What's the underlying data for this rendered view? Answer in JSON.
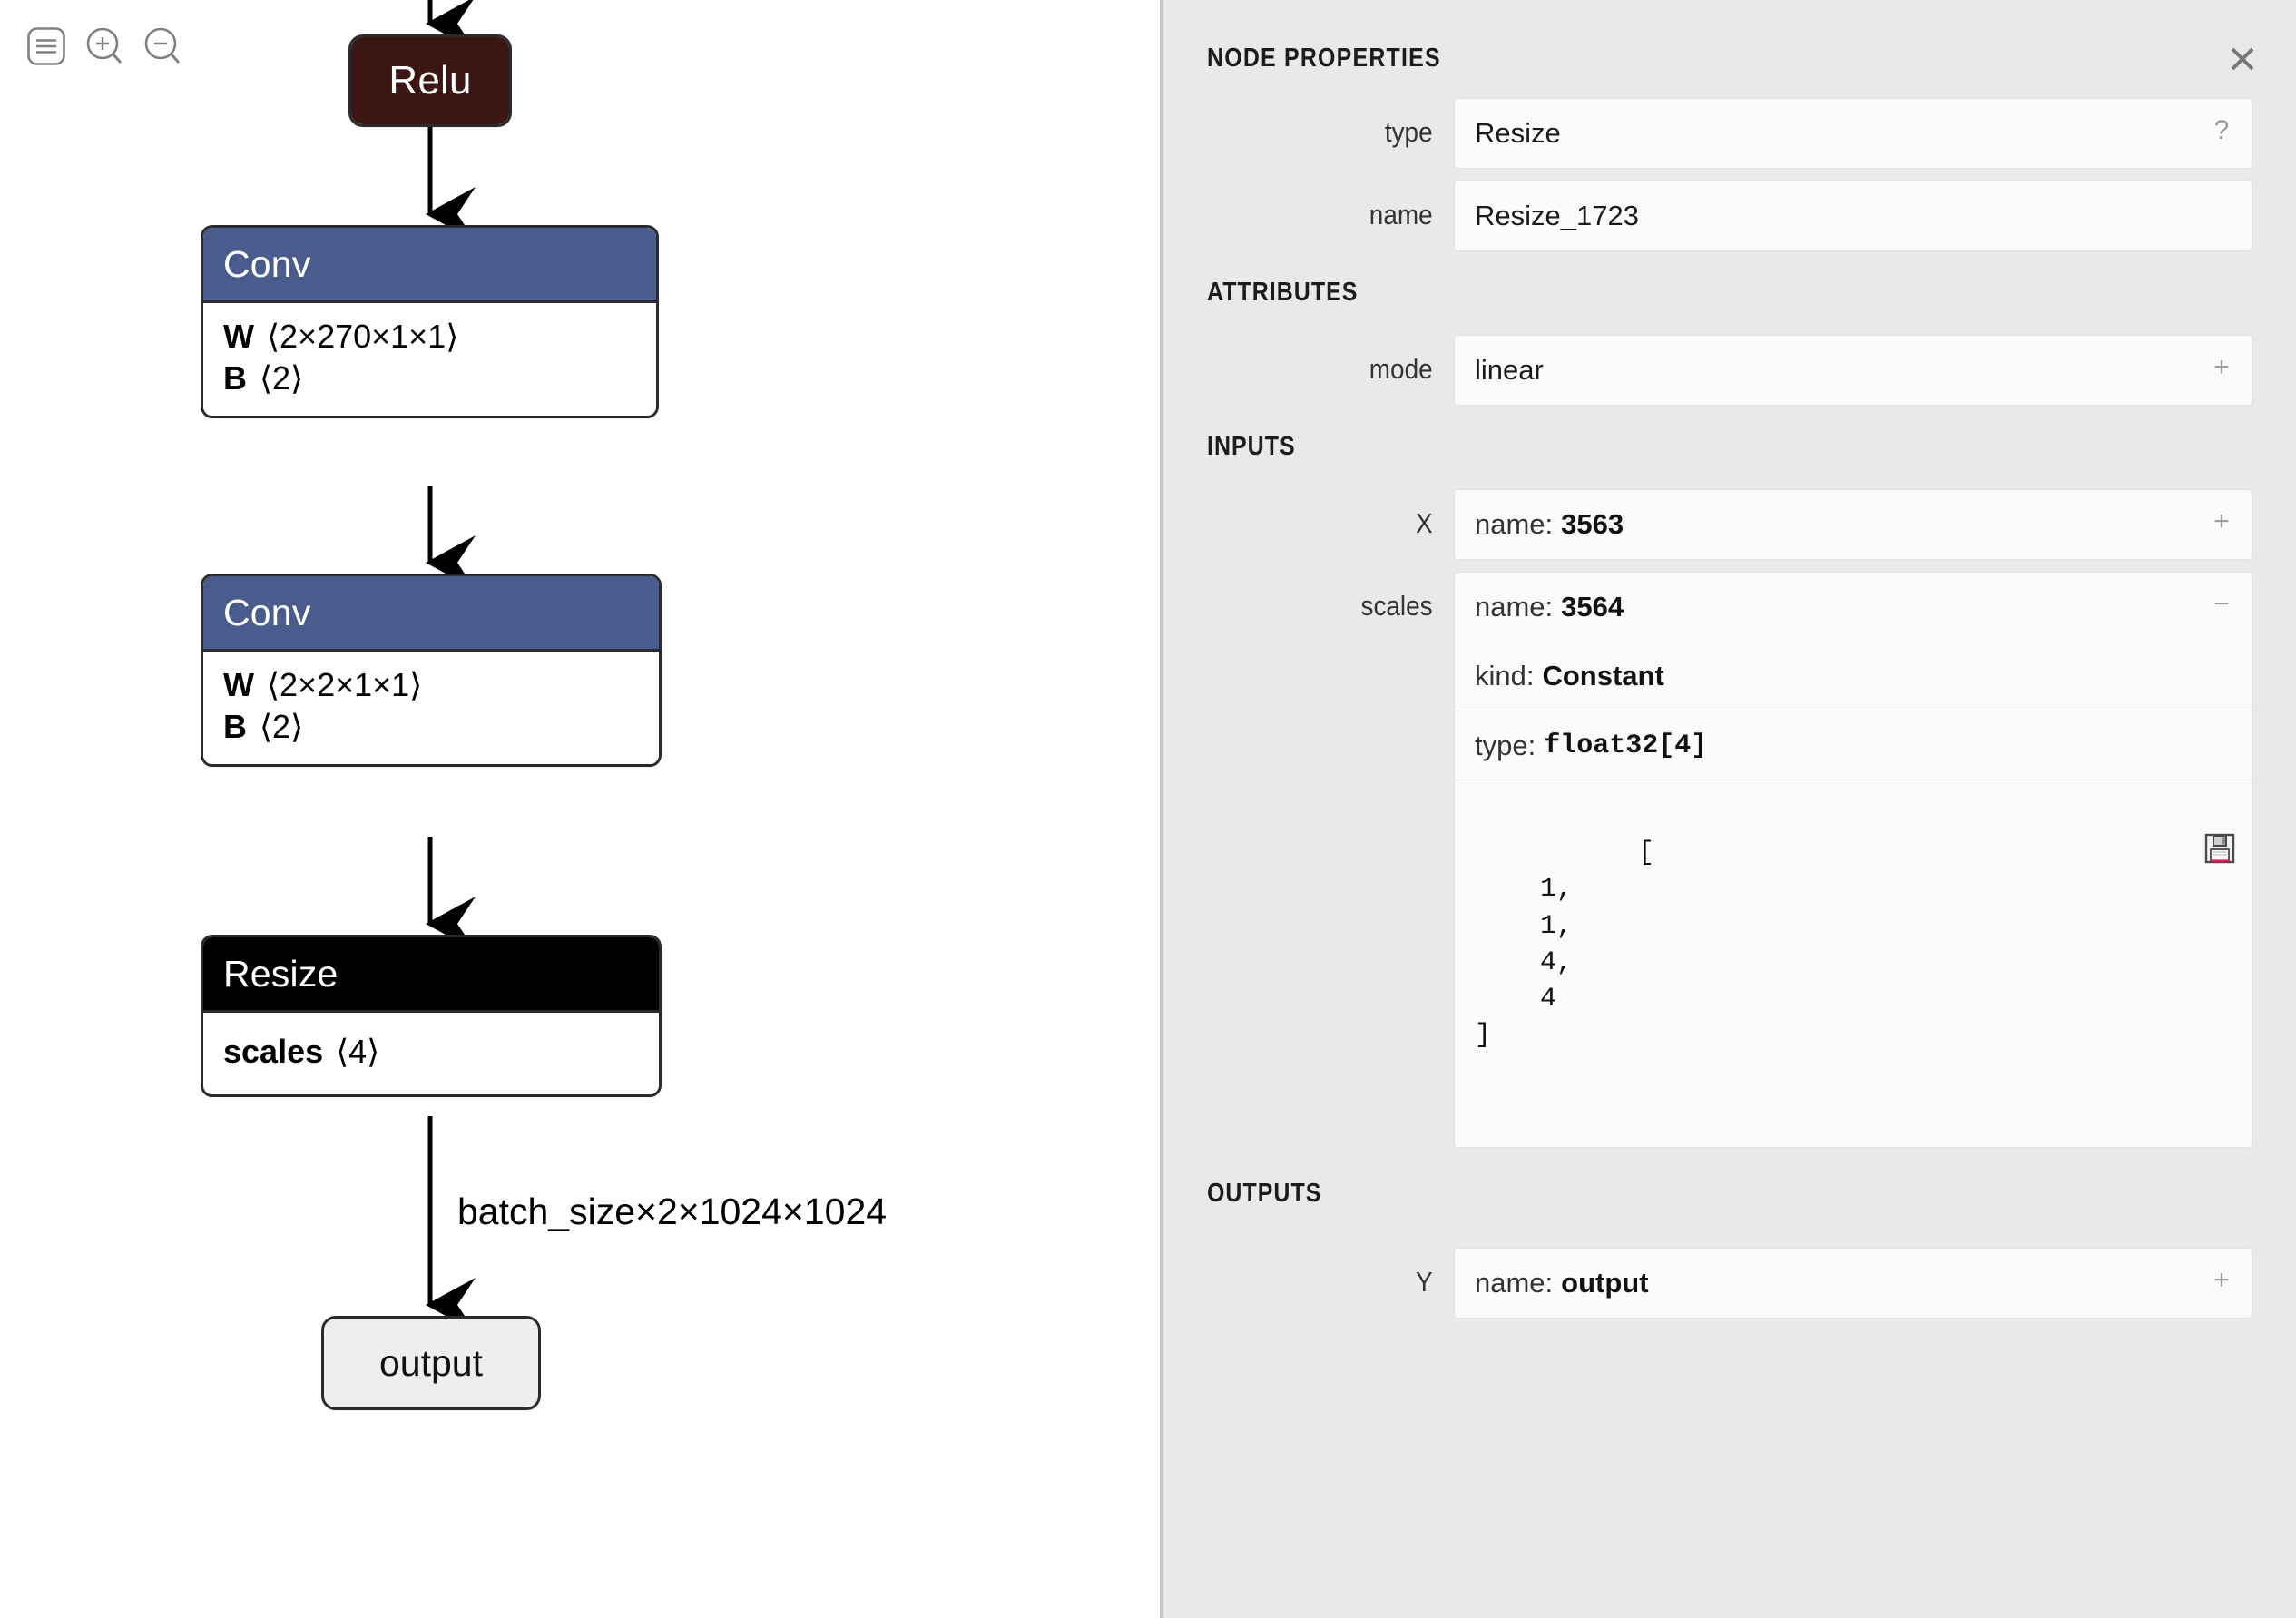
{
  "toolbar": {
    "menu_label": "menu",
    "zoom_in_label": "zoom-in",
    "zoom_out_label": "zoom-out"
  },
  "graph": {
    "nodes": [
      {
        "id": "relu",
        "title": "Relu",
        "header_color": "#3b1713",
        "attrs": []
      },
      {
        "id": "conv1",
        "title": "Conv",
        "header_color": "#4a5c8e",
        "attrs": [
          {
            "key": "W",
            "value": "⟨2×270×1×1⟩"
          },
          {
            "key": "B",
            "value": "⟨2⟩"
          }
        ]
      },
      {
        "id": "conv2",
        "title": "Conv",
        "header_color": "#4a5c8e",
        "attrs": [
          {
            "key": "W",
            "value": "⟨2×2×1×1⟩"
          },
          {
            "key": "B",
            "value": "⟨2⟩"
          }
        ]
      },
      {
        "id": "resize",
        "title": "Resize",
        "header_color": "#000000",
        "attrs": [
          {
            "key": "scales",
            "value": "⟨4⟩"
          }
        ]
      },
      {
        "id": "output",
        "title": "output",
        "header_color": "#eeeeee",
        "attrs": []
      }
    ],
    "edge_label": "batch_size×2×1024×1024"
  },
  "panel": {
    "title": "NODE PROPERTIES",
    "close_label": "×",
    "fields": {
      "type_label": "type",
      "type_value": "Resize",
      "type_help": "?",
      "name_label": "name",
      "name_value": "Resize_1723"
    },
    "attributes": {
      "section": "ATTRIBUTES",
      "rows": [
        {
          "label": "mode",
          "value": "linear",
          "expander": "+"
        }
      ]
    },
    "inputs": {
      "section": "INPUTS",
      "rows": [
        {
          "label": "X",
          "name_prefix": "name:",
          "name_value": "3563",
          "expander": "+",
          "expanded": false
        },
        {
          "label": "scales",
          "name_prefix": "name:",
          "name_value": "3564",
          "expander": "−",
          "expanded": true,
          "kind_prefix": "kind:",
          "kind_value": "Constant",
          "type_prefix": "type:",
          "type_value": "float32[4]",
          "value_text": "[\n    1,\n    1,\n    4,\n    4\n]",
          "save_icon": "save-icon"
        }
      ]
    },
    "outputs": {
      "section": "OUTPUTS",
      "rows": [
        {
          "label": "Y",
          "name_prefix": "name:",
          "name_value": "output",
          "expander": "+"
        }
      ]
    }
  },
  "colors": {
    "panel_bg": "#e9e9e9",
    "field_bg": "#fbfbfb",
    "conv_header": "#4a5c8e",
    "relu_header": "#3b1713",
    "selected_header": "#000000",
    "edge": "#000000",
    "divider": "#c9c9c9"
  }
}
